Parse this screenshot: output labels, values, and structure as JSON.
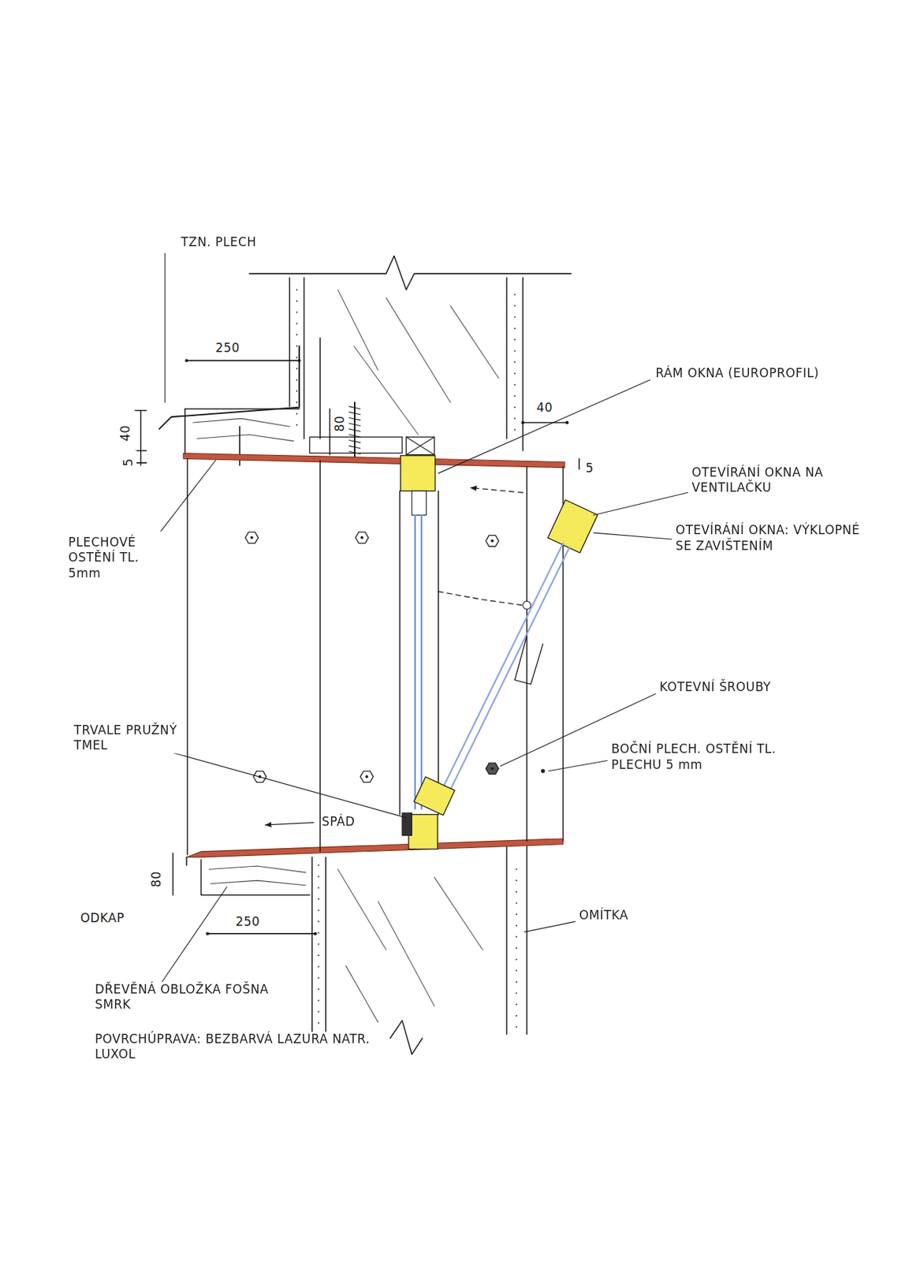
{
  "diagram": {
    "labels": [
      "TZN. PLECH",
      "250",
      "5",
      "40",
      "80",
      "40",
      "5",
      "RÁM OKNA (EUROPROFIL)",
      "OTEVÍRÁNÍ OKNA NA VENTILAČKU",
      "OTEVÍRÁNÍ OKNA: VÝKLOPNÉ SE ZAVIŠTENÍM",
      "PLECHOVÉ OSTĚNÍ TL. 5mm",
      "KOTEVNÍ ŠROUBY",
      "BOČNÍ PLECH. OSTĚNÍ TL. PLECHU 5 mm",
      "TRVALE PRUŽNÝ TMEL",
      "SPÁD",
      "80",
      "ODKAP",
      "250",
      "OMÍTKA",
      "DŘEVĚNÁ OBLOŽKA FOŠNA SMRK",
      "POVRCHÚPRAVA: BEZBARVÁ LAZURA NATR. LUXOL"
    ]
  }
}
